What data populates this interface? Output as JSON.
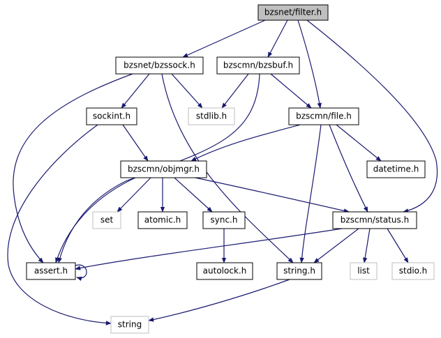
{
  "colors": {
    "edge": "#191970",
    "highlighted_node_fill": "#bfbfbf",
    "node_fill": "#ffffff",
    "node_border": "#000000",
    "external_node_border": "#bfbfbf"
  },
  "graph": {
    "nodes": {
      "filter_h": {
        "label": "bzsnet/filter.h",
        "kind": "highlighted"
      },
      "bzssock_h": {
        "label": "bzsnet/bzssock.h",
        "kind": "normal"
      },
      "bzsbuf_h": {
        "label": "bzscmn/bzsbuf.h",
        "kind": "normal"
      },
      "sockint_h": {
        "label": "sockint.h",
        "kind": "normal"
      },
      "stdlib_h": {
        "label": "stdlib.h",
        "kind": "external"
      },
      "file_h": {
        "label": "bzscmn/file.h",
        "kind": "normal"
      },
      "objmgr_h": {
        "label": "bzscmn/objmgr.h",
        "kind": "normal"
      },
      "datetime_h": {
        "label": "datetime.h",
        "kind": "normal"
      },
      "set": {
        "label": "set",
        "kind": "external"
      },
      "atomic_h": {
        "label": "atomic.h",
        "kind": "normal"
      },
      "sync_h": {
        "label": "sync.h",
        "kind": "normal"
      },
      "status_h": {
        "label": "bzscmn/status.h",
        "kind": "normal"
      },
      "assert_h": {
        "label": "assert.h",
        "kind": "normal"
      },
      "autolock_h": {
        "label": "autolock.h",
        "kind": "normal"
      },
      "string_h": {
        "label": "string.h",
        "kind": "normal"
      },
      "list": {
        "label": "list",
        "kind": "external"
      },
      "stdio_h": {
        "label": "stdio.h",
        "kind": "external"
      },
      "string": {
        "label": "string",
        "kind": "external"
      }
    },
    "edges": [
      {
        "from": "filter_h",
        "to": "bzssock_h"
      },
      {
        "from": "filter_h",
        "to": "bzsbuf_h"
      },
      {
        "from": "filter_h",
        "to": "file_h"
      },
      {
        "from": "filter_h",
        "to": "status_h"
      },
      {
        "from": "bzssock_h",
        "to": "sockint_h"
      },
      {
        "from": "bzssock_h",
        "to": "stdlib_h"
      },
      {
        "from": "bzssock_h",
        "to": "assert_h"
      },
      {
        "from": "bzssock_h",
        "to": "string_h"
      },
      {
        "from": "bzsbuf_h",
        "to": "stdlib_h"
      },
      {
        "from": "bzsbuf_h",
        "to": "file_h"
      },
      {
        "from": "bzsbuf_h",
        "to": "assert_h"
      },
      {
        "from": "sockint_h",
        "to": "objmgr_h"
      },
      {
        "from": "sockint_h",
        "to": "string"
      },
      {
        "from": "file_h",
        "to": "objmgr_h"
      },
      {
        "from": "file_h",
        "to": "datetime_h"
      },
      {
        "from": "file_h",
        "to": "status_h"
      },
      {
        "from": "file_h",
        "to": "string_h"
      },
      {
        "from": "objmgr_h",
        "to": "set"
      },
      {
        "from": "objmgr_h",
        "to": "atomic_h"
      },
      {
        "from": "objmgr_h",
        "to": "sync_h"
      },
      {
        "from": "objmgr_h",
        "to": "status_h"
      },
      {
        "from": "objmgr_h",
        "to": "assert_h"
      },
      {
        "from": "sync_h",
        "to": "autolock_h"
      },
      {
        "from": "status_h",
        "to": "assert_h"
      },
      {
        "from": "status_h",
        "to": "string_h"
      },
      {
        "from": "status_h",
        "to": "list"
      },
      {
        "from": "status_h",
        "to": "stdio_h"
      },
      {
        "from": "string_h",
        "to": "string"
      },
      {
        "from": "assert_h",
        "to": "assert_h"
      }
    ]
  }
}
